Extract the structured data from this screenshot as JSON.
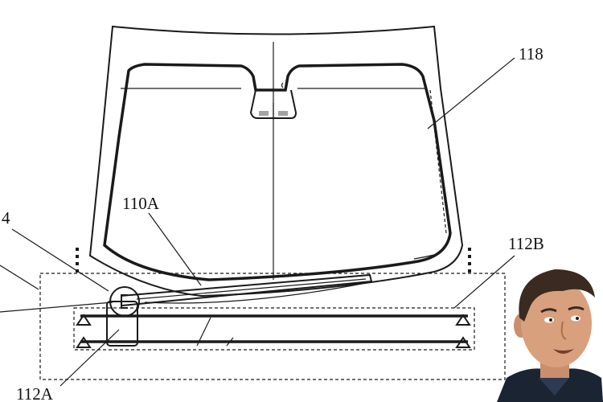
{
  "labels": {
    "windshield": "118",
    "wiper_arm": "110A",
    "rail_right": "112B",
    "pivot_left": "112A",
    "left_partial": "4"
  },
  "colors": {
    "ink": "#1a1a1a",
    "background": "#ffffff",
    "photo_bg": "#ffffff",
    "jacket": "#1b2433",
    "skin": "#d9a07e",
    "hair": "#3a2a20"
  },
  "icons": {
    "person_photo": "person-portrait"
  }
}
